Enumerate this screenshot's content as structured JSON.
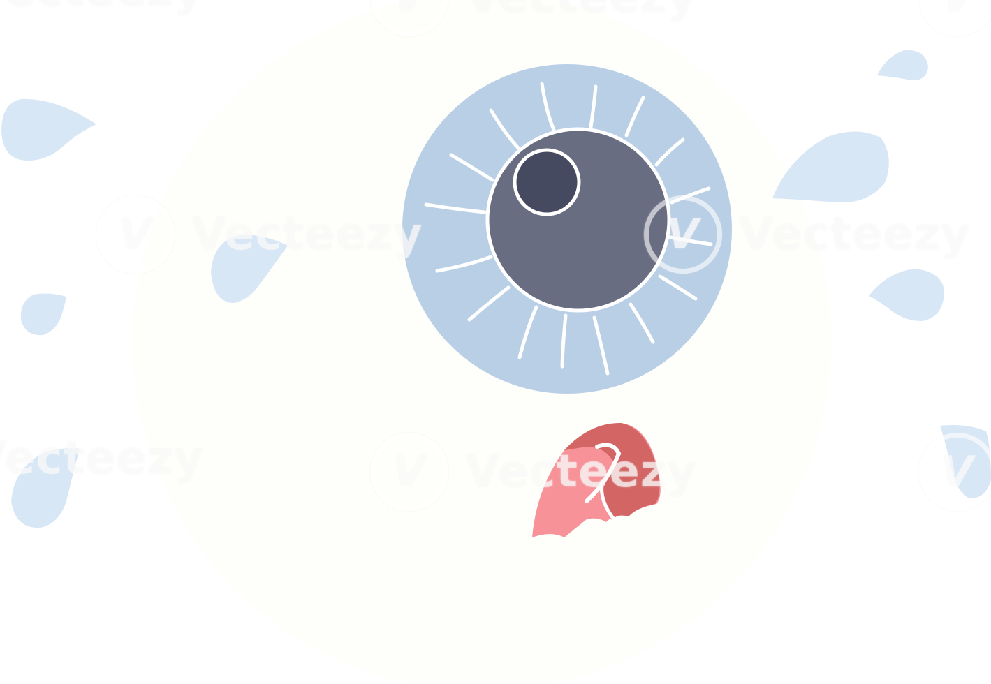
{
  "watermark": {
    "brand": "Vecteezy",
    "logo_glyph": "V"
  },
  "illustration": {
    "subject": "cartoon eyeball with tongue and tears",
    "colors": {
      "background": "#ffffff",
      "eye_white": "#fefefa",
      "iris": "#b9cfe6",
      "pupil_ring": "#696d82",
      "pupil_center": "#464a60",
      "iris_lines": "#ffffff",
      "tongue_light": "#f69298",
      "tongue_dark": "#d36564",
      "tear": "#d8e7f6"
    }
  }
}
